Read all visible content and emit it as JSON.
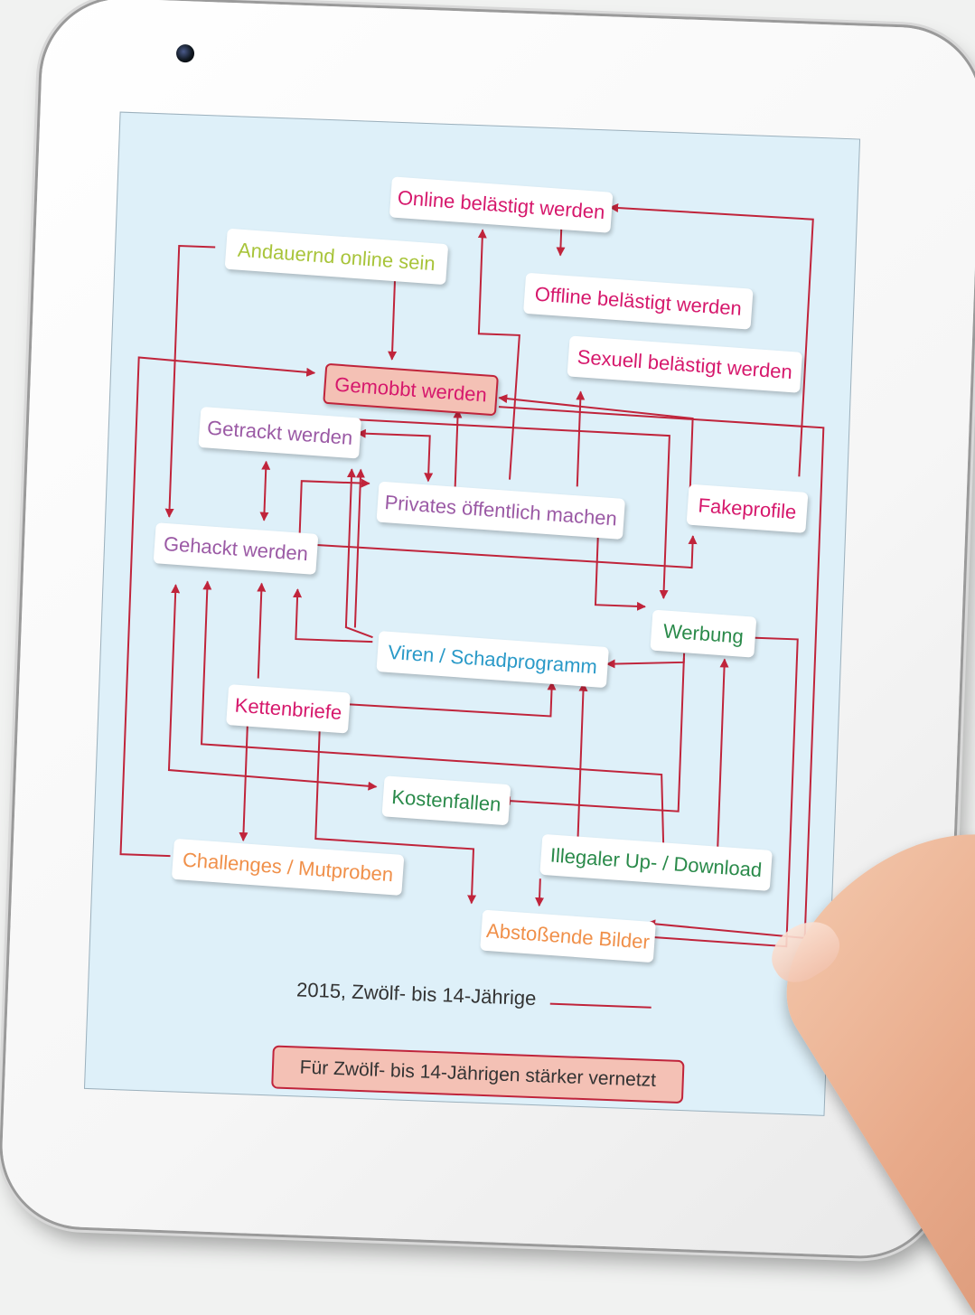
{
  "diagram": {
    "nodes": [
      {
        "id": "online-belaestigt",
        "label": "Online belästigt werden",
        "color": "#d6186c"
      },
      {
        "id": "andauernd-online",
        "label": "Andauernd online sein",
        "color": "#a8c43a"
      },
      {
        "id": "offline-belaestigt",
        "label": "Offline belästigt werden",
        "color": "#d6186c"
      },
      {
        "id": "sexuell-belaestigt",
        "label": "Sexuell belästigt werden",
        "color": "#d6186c"
      },
      {
        "id": "gemobbt",
        "label": "Gemobbt werden",
        "color": "#d6186c"
      },
      {
        "id": "getrackt",
        "label": "Getrackt werden",
        "color": "#9b5aa5"
      },
      {
        "id": "privates",
        "label": "Privates öffentlich machen",
        "color": "#9b5aa5"
      },
      {
        "id": "fakeprofile",
        "label": "Fakeprofile",
        "color": "#d6186c"
      },
      {
        "id": "gehackt",
        "label": "Gehackt werden",
        "color": "#9b5aa5"
      },
      {
        "id": "werbung",
        "label": "Werbung",
        "color": "#2a8a4a"
      },
      {
        "id": "viren",
        "label": "Viren / Schadprogramm",
        "color": "#2a9ac8"
      },
      {
        "id": "kettenbriefe",
        "label": "Kettenbriefe",
        "color": "#d6186c"
      },
      {
        "id": "kostenfallen",
        "label": "Kostenfallen",
        "color": "#2a8a4a"
      },
      {
        "id": "illegaler",
        "label": "Illegaler Up- / Download",
        "color": "#2a8a4a"
      },
      {
        "id": "challenges",
        "label": "Challenges / Mutproben",
        "color": "#f0904a"
      },
      {
        "id": "abstossend",
        "label": "Abstoßende Bilder",
        "color": "#f0904a"
      }
    ],
    "link_color": "#c0243b",
    "legend": {
      "label": "2015, Zwölf- bis 14-Jährige"
    },
    "note": "Für Zwölf- bis 14-Jährigen stärker vernetzt"
  }
}
